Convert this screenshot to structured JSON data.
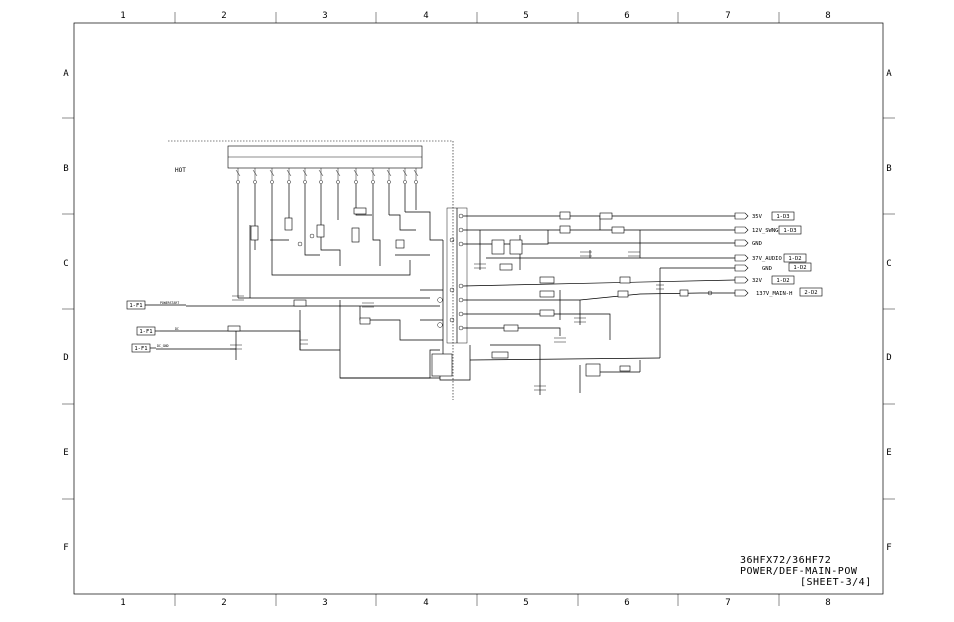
{
  "grid": {
    "columns": [
      "1",
      "2",
      "3",
      "4",
      "5",
      "6",
      "7",
      "8"
    ],
    "rows": [
      "A",
      "B",
      "C",
      "D",
      "E",
      "F"
    ]
  },
  "hot_label": "HOT",
  "inputs": [
    {
      "ref": "1-F1",
      "net": "POWERSTART"
    },
    {
      "ref": "1-F1",
      "net": "DC"
    },
    {
      "ref": "1-F1",
      "net": "DC_GND"
    }
  ],
  "outputs": [
    {
      "net": "35V",
      "ref": "1-D3"
    },
    {
      "net": "12V_SWNG",
      "ref": "1-D3"
    },
    {
      "net": "GND",
      "ref": ""
    },
    {
      "net": "37V_AUDIO",
      "ref": "1-D2"
    },
    {
      "net": "GND",
      "ref": "1-D2"
    },
    {
      "net": "32V",
      "ref": "1-D2"
    },
    {
      "net": "137V_MAIN-H",
      "ref": "2-D2"
    }
  ],
  "title_block": {
    "model": "36HFX72/36HF72",
    "sheet_name": "POWER/DEF-MAIN-POW",
    "sheet_number": "[SHEET-3/4]"
  }
}
